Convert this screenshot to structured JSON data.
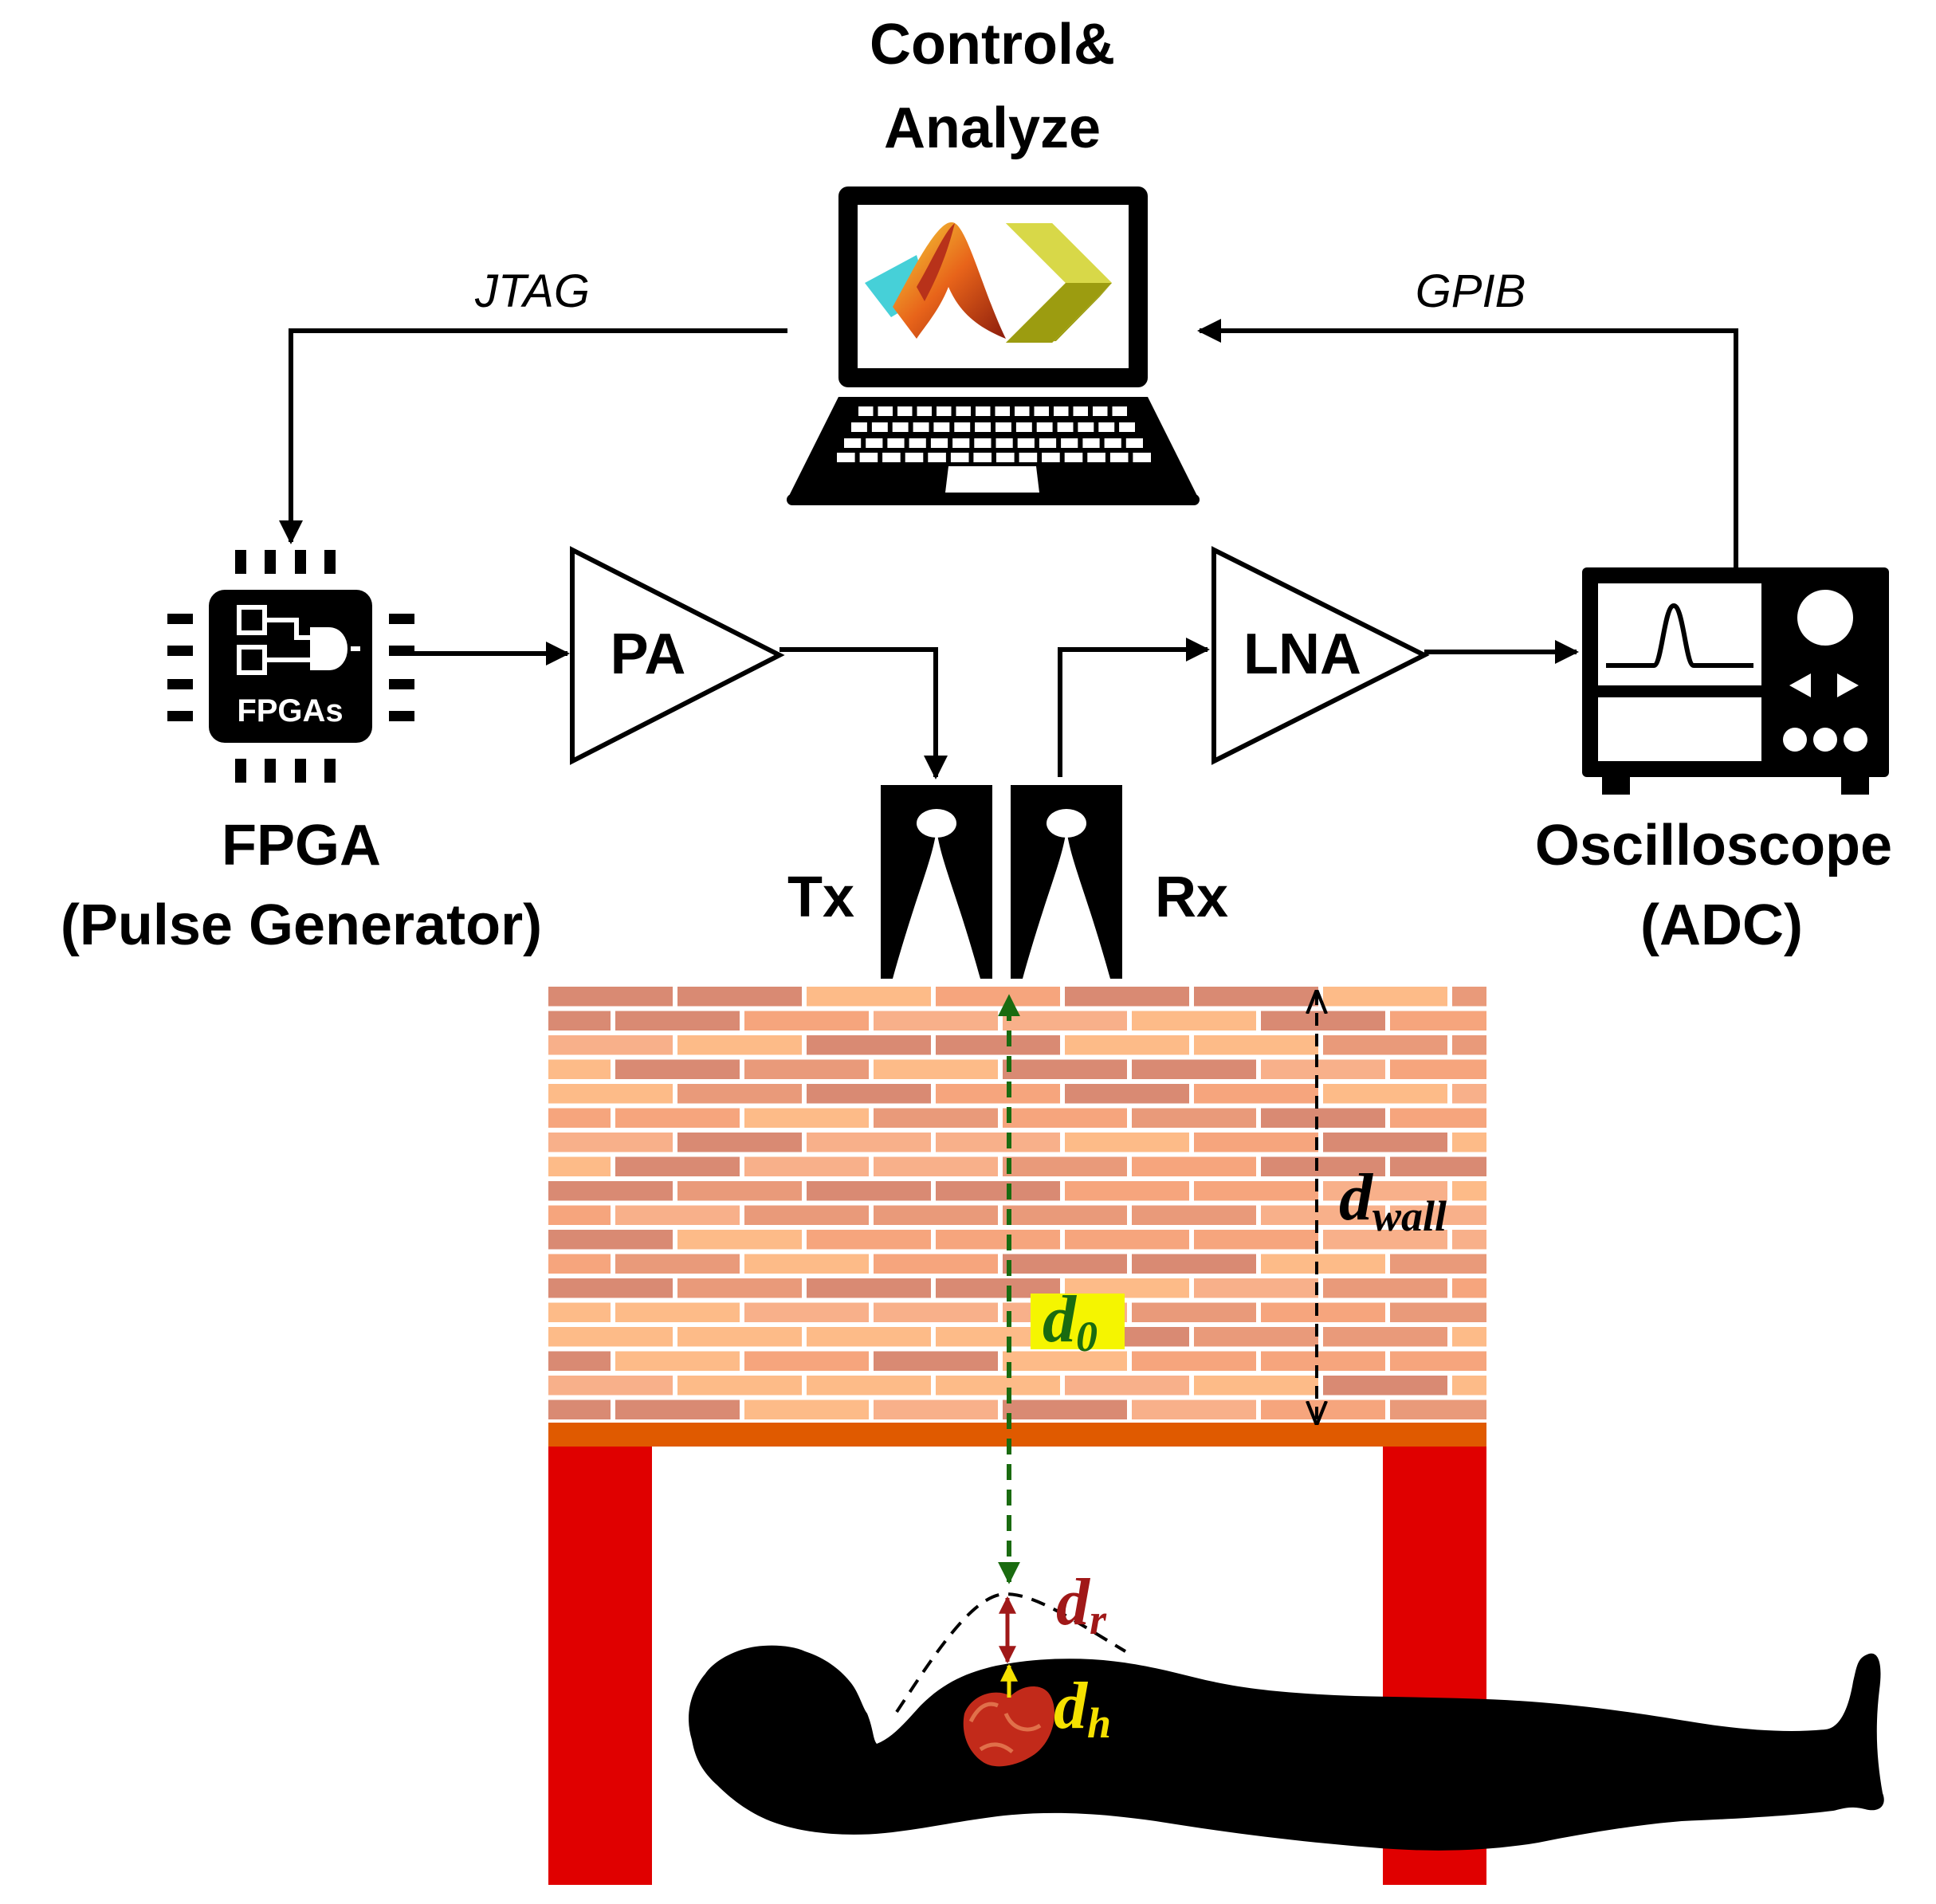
{
  "labels": {
    "control_line1": "Control&",
    "control_line2": "Analyze",
    "jtag": "JTAG",
    "gpib": "GPIB",
    "fpga_chip": "FPGAs",
    "fpga_line1": "FPGA",
    "fpga_line2": "(Pulse Generator)",
    "pa": "PA",
    "lna": "LNA",
    "tx": "Tx",
    "rx": "Rx",
    "osc_line1": "Oscilloscope",
    "osc_line2": "(ADC)"
  },
  "symbols": {
    "d_wall_main": "d",
    "d_wall_sub": "wall",
    "d0_main": "d",
    "d0_sub": "0",
    "dr_main": "d",
    "dr_sub": "r",
    "dh_main": "d",
    "dh_sub": "h"
  },
  "colors": {
    "line": "#000000",
    "brick_light": "#FDBB88",
    "brick_mid": "#F6A57D",
    "brick_dark": "#D98A73",
    "mortar": "#ffffff",
    "table_top": "#E05A00",
    "table_legs": "#E00000",
    "d0_arrow": "#1A6B10",
    "d0_highlight": "#F5F500",
    "dr_color": "#A01818",
    "dh_color": "#F5E000",
    "heart": "#C22A1A",
    "matlab_orange": "#E8641A",
    "matlab_cyan": "#46D0D8",
    "xilinx_light": "#D8D848",
    "xilinx_dark": "#9C9C10"
  },
  "icons": [
    "laptop-icon",
    "matlab-logo-icon",
    "xilinx-logo-icon",
    "fpga-chip-icon",
    "oscilloscope-icon",
    "horn-antenna-icon",
    "brick-wall-icon",
    "human-silhouette-icon",
    "heart-icon"
  ]
}
